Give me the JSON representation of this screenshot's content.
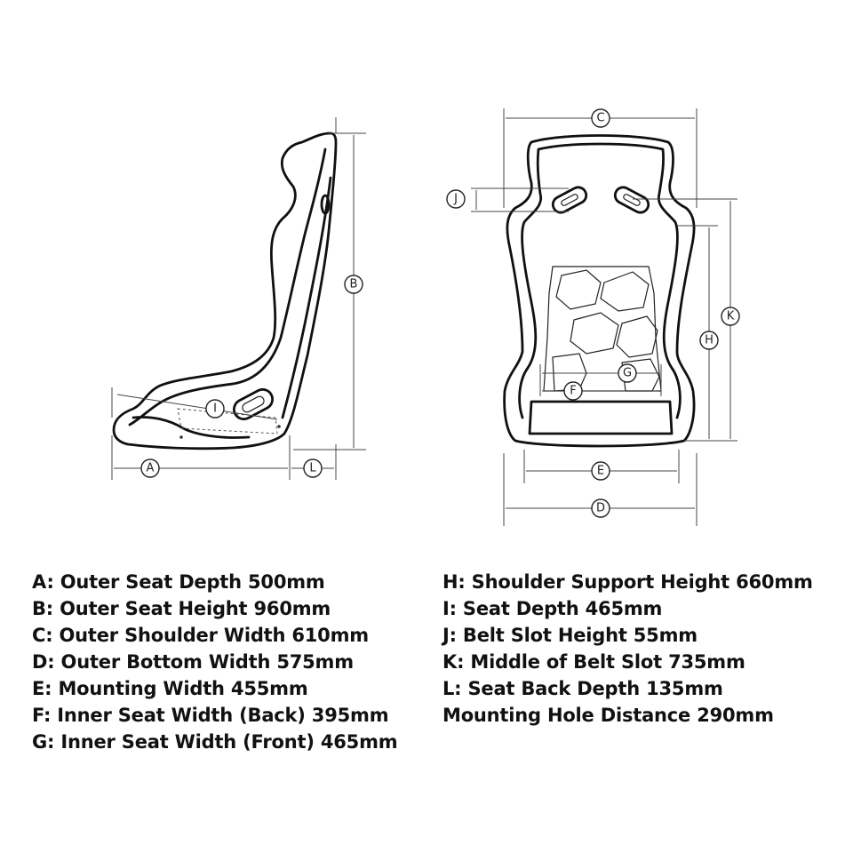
{
  "markers": {
    "A": "A",
    "B": "B",
    "C": "C",
    "D": "D",
    "E": "E",
    "F": "F",
    "G": "G",
    "H": "H",
    "I": "I",
    "J": "J",
    "K": "K",
    "L": "L"
  },
  "legend_left": [
    "A: Outer Seat Depth 500mm",
    "B: Outer Seat Height 960mm",
    "C: Outer Shoulder Width 610mm",
    "D: Outer Bottom Width 575mm",
    "E: Mounting Width 455mm",
    "F: Inner Seat Width (Back) 395mm",
    "G: Inner Seat Width (Front) 465mm"
  ],
  "legend_right": [
    "H: Shoulder Support Height 660mm",
    "I: Seat Depth 465mm",
    "J: Belt Slot Height 55mm",
    "K: Middle of Belt Slot 735mm",
    "L: Seat Back Depth 135mm",
    "Mounting Hole Distance 290mm"
  ]
}
